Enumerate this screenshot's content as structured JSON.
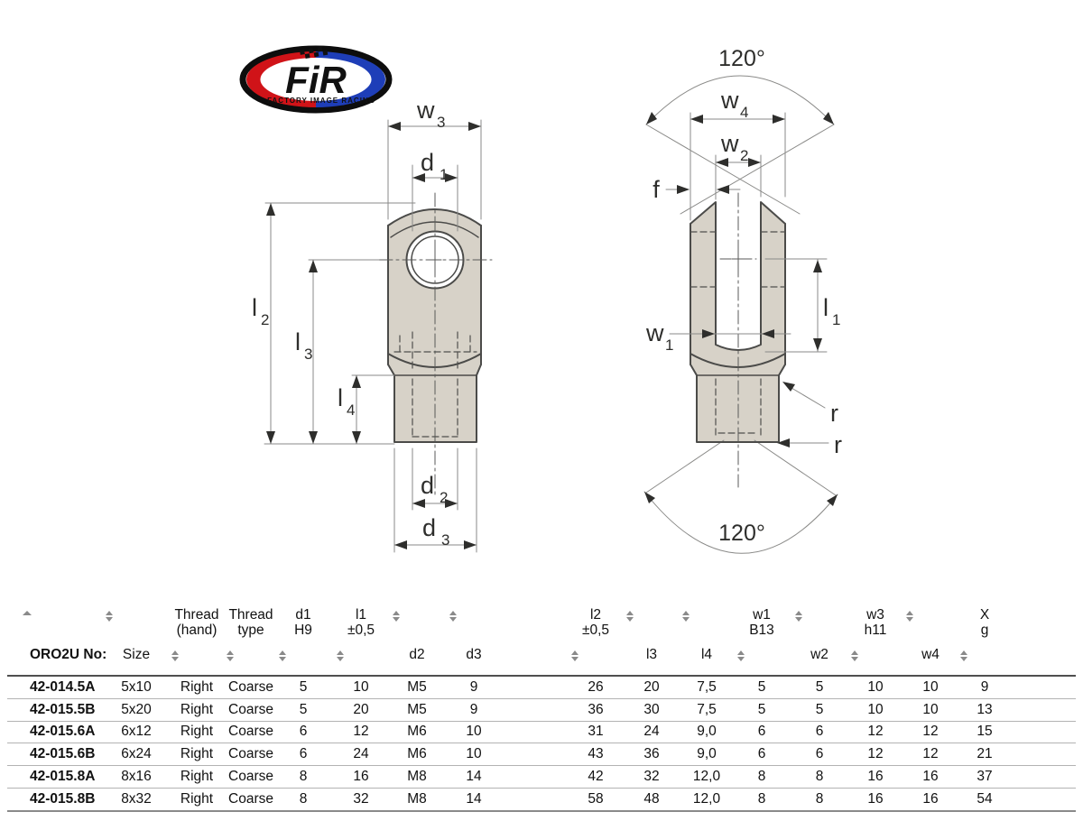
{
  "logo": {
    "name": "FiR",
    "tagline": "FACTORY IMAGE RACING"
  },
  "drawing": {
    "left_view": {
      "w3": "w",
      "w3_sub": "3",
      "d1": "d",
      "d1_sub": "1",
      "l2": "l",
      "l2_sub": "2",
      "l3": "l",
      "l3_sub": "3",
      "l4": "l",
      "l4_sub": "4",
      "d2": "d",
      "d2_sub": "2",
      "d3": "d",
      "d3_sub": "3"
    },
    "right_view": {
      "angle_top": "120°",
      "w4": "w",
      "w4_sub": "4",
      "w2": "w",
      "w2_sub": "2",
      "f": "f",
      "w1": "w",
      "w1_sub": "1",
      "l1": "l",
      "l1_sub": "1",
      "r_top": "r",
      "r_bottom": "r",
      "angle_bottom": "120°"
    }
  },
  "table": {
    "header_row1": [
      {
        "col": 0,
        "icon": "sort-asc"
      },
      {
        "col": 1,
        "icon": "sort-updown"
      },
      {
        "col": 2,
        "lines": [
          "Thread",
          "(hand)"
        ]
      },
      {
        "col": 3,
        "lines": [
          "Thread",
          "type"
        ]
      },
      {
        "col": 4,
        "lines": [
          "d1",
          "H9"
        ]
      },
      {
        "col": 5,
        "lines": [
          "l1",
          "±0,5"
        ]
      },
      {
        "col": 6,
        "icon": "sort-updown"
      },
      {
        "col": 7,
        "icon": "sort-updown"
      },
      {
        "col": 8,
        "lines": [
          "l2",
          "±0,5"
        ]
      },
      {
        "col": 9,
        "icon": "sort-updown"
      },
      {
        "col": 10,
        "icon": "sort-updown"
      },
      {
        "col": 11,
        "lines": [
          "w1",
          "B13"
        ]
      },
      {
        "col": 12,
        "icon": "sort-updown"
      },
      {
        "col": 13,
        "lines": [
          "w3",
          "h11"
        ]
      },
      {
        "col": 14,
        "icon": "sort-updown"
      },
      {
        "col": 15,
        "lines": [
          "X",
          "g"
        ]
      }
    ],
    "header_row2": [
      {
        "col": 0,
        "lines": [
          "ORO2U No:"
        ],
        "bold": true
      },
      {
        "col": 1,
        "lines": [
          "Size"
        ]
      },
      {
        "col": 2,
        "icon": "sort-updown"
      },
      {
        "col": 3,
        "icon": "sort-updown"
      },
      {
        "col": 4,
        "icon": "sort-updown"
      },
      {
        "col": 5,
        "icon": "sort-updown"
      },
      {
        "col": 6,
        "lines": [
          "d2"
        ]
      },
      {
        "col": 7,
        "lines": [
          "d3"
        ]
      },
      {
        "col": 8,
        "icon": "sort-updown"
      },
      {
        "col": 9,
        "lines": [
          "l3"
        ]
      },
      {
        "col": 10,
        "lines": [
          "l4"
        ]
      },
      {
        "col": 11,
        "icon": "sort-updown"
      },
      {
        "col": 12,
        "lines": [
          "w2"
        ]
      },
      {
        "col": 13,
        "icon": "sort-updown"
      },
      {
        "col": 14,
        "lines": [
          "w4"
        ]
      },
      {
        "col": 15,
        "icon": "sort-updown"
      }
    ],
    "rows": [
      [
        "42-014.5A",
        "5x10",
        "Right",
        "Coarse",
        "5",
        "10",
        "M5",
        "9",
        "26",
        "20",
        "7,5",
        "5",
        "5",
        "10",
        "10",
        "9"
      ],
      [
        "42-015.5B",
        "5x20",
        "Right",
        "Coarse",
        "5",
        "20",
        "M5",
        "9",
        "36",
        "30",
        "7,5",
        "5",
        "5",
        "10",
        "10",
        "13"
      ],
      [
        "42-015.6A",
        "6x12",
        "Right",
        "Coarse",
        "6",
        "12",
        "M6",
        "10",
        "31",
        "24",
        "9,0",
        "6",
        "6",
        "12",
        "12",
        "15"
      ],
      [
        "42-015.6B",
        "6x24",
        "Right",
        "Coarse",
        "6",
        "24",
        "M6",
        "10",
        "43",
        "36",
        "9,0",
        "6",
        "6",
        "12",
        "12",
        "21"
      ],
      [
        "42-015.8A",
        "8x16",
        "Right",
        "Coarse",
        "8",
        "16",
        "M8",
        "14",
        "42",
        "32",
        "12,0",
        "8",
        "8",
        "16",
        "16",
        "37"
      ],
      [
        "42-015.8B",
        "8x32",
        "Right",
        "Coarse",
        "8",
        "32",
        "M8",
        "14",
        "58",
        "48",
        "12,0",
        "8",
        "8",
        "16",
        "16",
        "54"
      ]
    ]
  },
  "colors": {
    "body_fill": "#d7d2c8",
    "outline": "#4b4b49",
    "dim_line": "#8a8a88",
    "hidden_line": "#4f4f4d",
    "logo_red": "#d01318",
    "logo_blue": "#1e3eb8",
    "sort_icon": "#8a8a8a"
  }
}
